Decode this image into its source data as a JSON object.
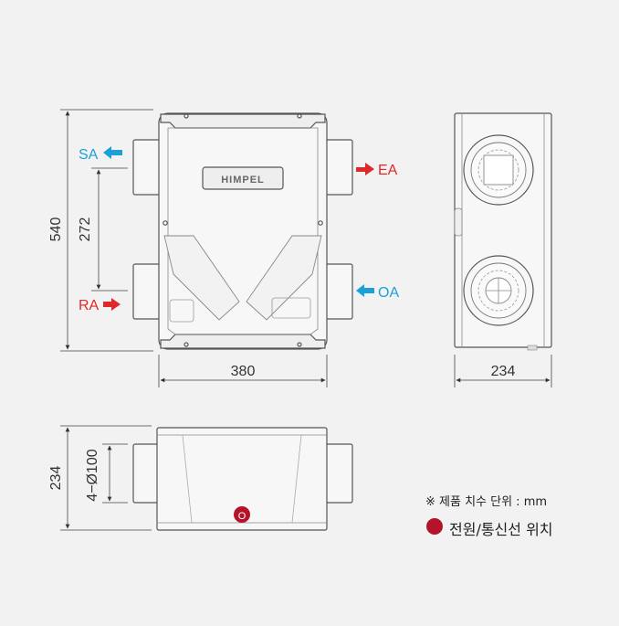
{
  "front_view": {
    "brand_label": "HIMPEL",
    "width_dim": "380",
    "height_dim": "540",
    "port_spacing_dim": "272",
    "ports": {
      "sa": "SA",
      "ra": "RA",
      "ea": "EA",
      "oa": "OA"
    }
  },
  "side_view": {
    "depth_dim": "234"
  },
  "bottom_view": {
    "height_dim": "234",
    "duct_dim": "4−Ø100",
    "power_marker": "O"
  },
  "notes": {
    "unit_note": "※ 제품 치수 단위 : mm",
    "legend_label": "전원/통신선 위치"
  },
  "colors": {
    "supply_blue": "#1ba1d8",
    "exhaust_red": "#e0282b",
    "marker_red": "#b5132a",
    "line": "#555555",
    "body_fill": "#f7f7f7"
  }
}
